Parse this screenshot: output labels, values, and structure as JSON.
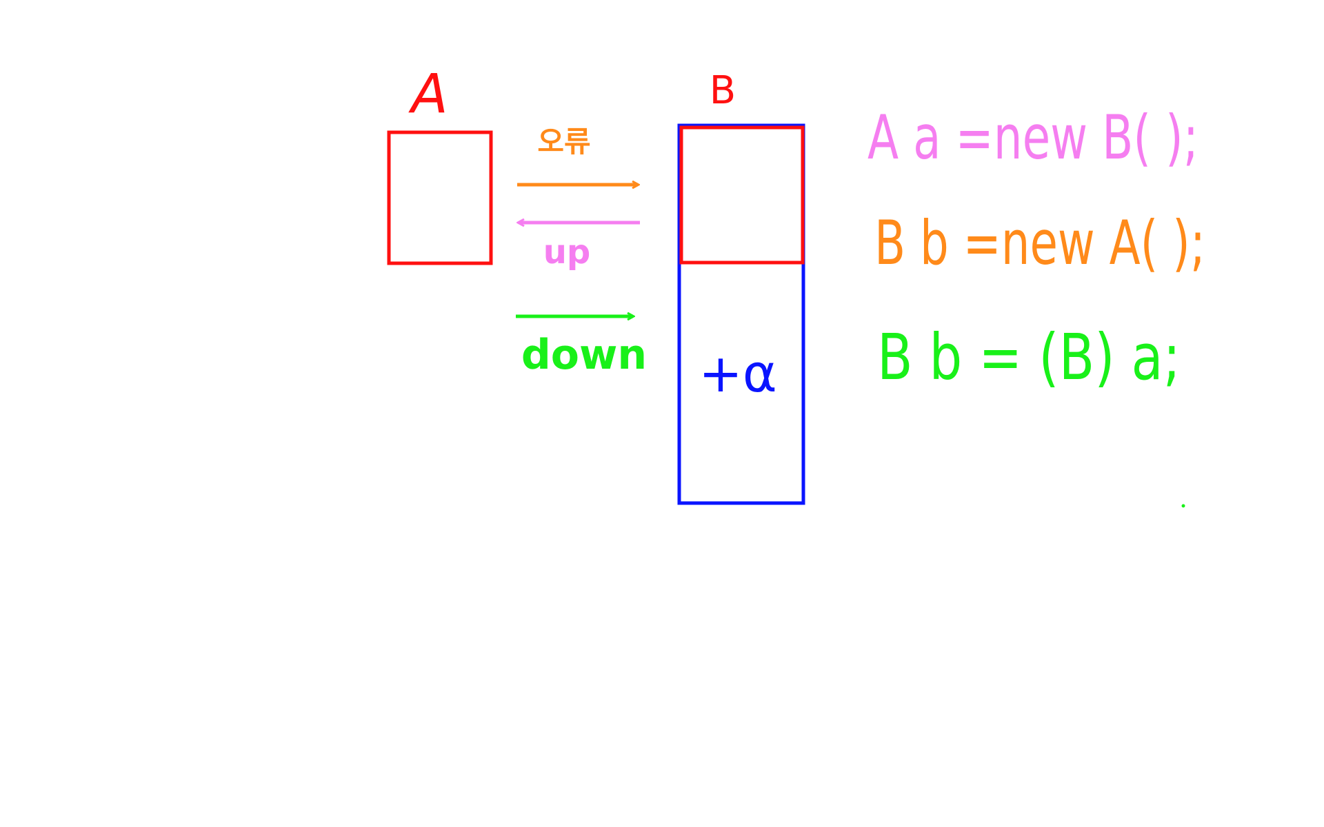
{
  "colors": {
    "background": "#ffffff",
    "red": "#ff1010",
    "blue": "#0a14ff",
    "orange": "#ff8a1a",
    "pink": "#f57ef0",
    "green": "#19f019"
  },
  "labels": {
    "class_a": "A",
    "class_b": "B",
    "arrow_orange": "오류",
    "arrow_up": "up",
    "arrow_down": "down",
    "extra": "+α"
  },
  "code": {
    "line1": "A a =new B( );",
    "line2": "B b =new A( );",
    "line3": "B b = (B) a;"
  }
}
